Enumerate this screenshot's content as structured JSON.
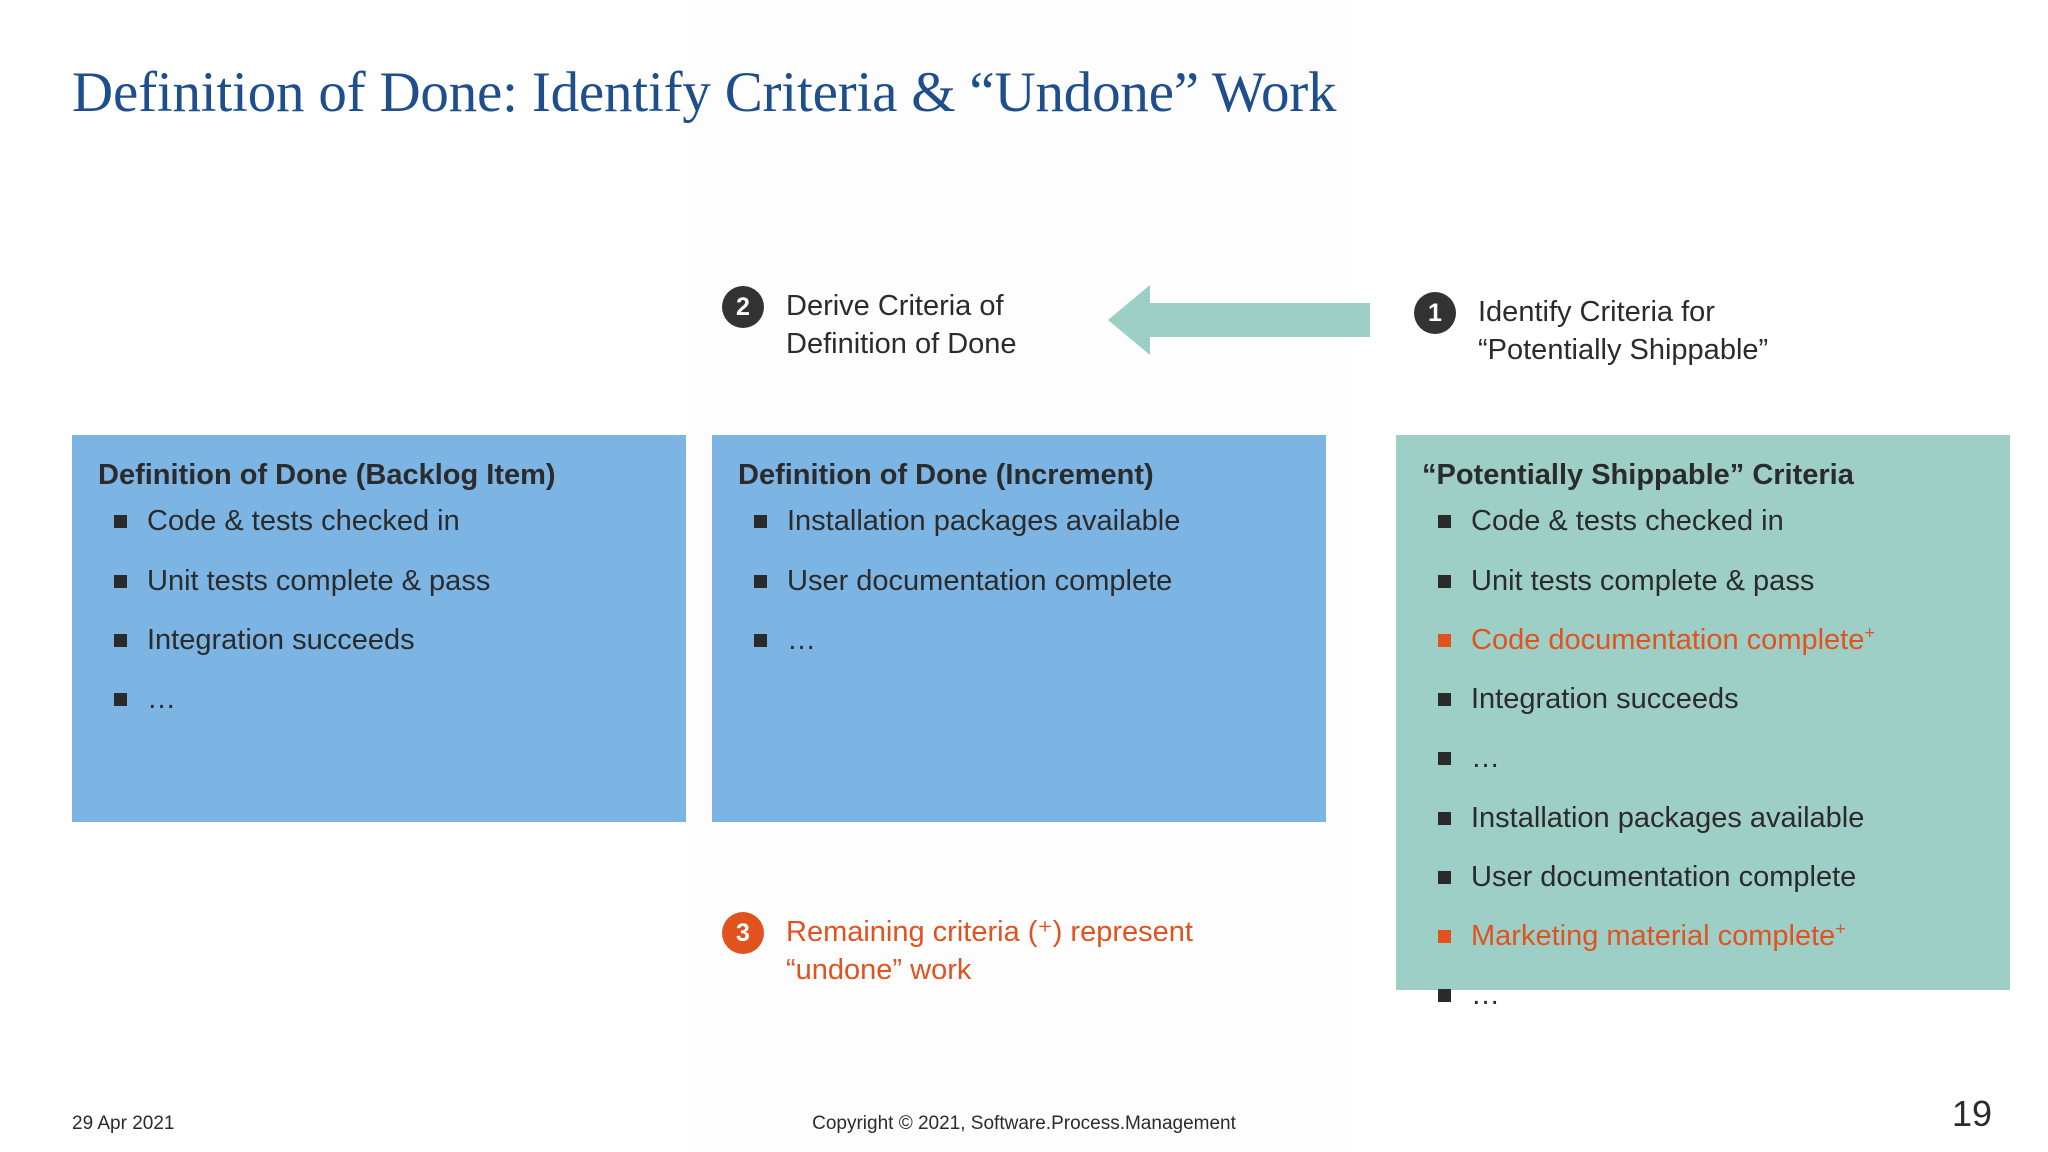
{
  "slide": {
    "title": "Definition of Done: Identify Criteria & “Undone” Work",
    "page_number": "19"
  },
  "colors": {
    "title_blue": "#1F4E8C",
    "box_blue": "#7CB4E4",
    "box_teal": "#9DCFC6",
    "arrow_teal": "#9DCFC6",
    "accent_orange": "#E0531F",
    "badge_dark": "#333333",
    "text_dark": "#2b2b2b",
    "background": "#ffffff"
  },
  "steps": [
    {
      "number": "1",
      "badge_style": "dark",
      "text": "Identify Criteria for “Potentially Shippable”"
    },
    {
      "number": "2",
      "badge_style": "dark",
      "text": "Derive Criteria of Definition of Done"
    },
    {
      "number": "3",
      "badge_style": "orange",
      "text": "Remaining criteria (⁺) represent “undone” work"
    }
  ],
  "arrow": {
    "icon": "arrow-left-icon",
    "direction": "left",
    "color": "#9DCFC6"
  },
  "boxes": [
    {
      "id": "backlog",
      "title": "Definition of Done (Backlog Item)",
      "fill": "#7CB4E4",
      "items": [
        {
          "label": "Code & tests checked in",
          "accent": false,
          "marker": ""
        },
        {
          "label": "Unit tests complete & pass",
          "accent": false,
          "marker": ""
        },
        {
          "label": "Integration succeeds",
          "accent": false,
          "marker": ""
        },
        {
          "label": "…",
          "accent": false,
          "marker": ""
        }
      ]
    },
    {
      "id": "increment",
      "title": "Definition of Done (Increment)",
      "fill": "#7CB4E4",
      "items": [
        {
          "label": "Installation packages available",
          "accent": false,
          "marker": ""
        },
        {
          "label": "User documentation complete",
          "accent": false,
          "marker": ""
        },
        {
          "label": "…",
          "accent": false,
          "marker": ""
        }
      ]
    },
    {
      "id": "shippable",
      "title": "“Potentially Shippable” Criteria",
      "fill": "#9DCFC6",
      "items": [
        {
          "label": "Code & tests checked in",
          "accent": false,
          "marker": ""
        },
        {
          "label": "Unit tests complete & pass",
          "accent": false,
          "marker": ""
        },
        {
          "label": "Code documentation complete",
          "accent": true,
          "marker": "+"
        },
        {
          "label": "Integration succeeds",
          "accent": false,
          "marker": ""
        },
        {
          "label": "…",
          "accent": false,
          "marker": ""
        },
        {
          "label": "Installation packages available",
          "accent": false,
          "marker": ""
        },
        {
          "label": "User documentation complete",
          "accent": false,
          "marker": ""
        },
        {
          "label": "Marketing material complete",
          "accent": true,
          "marker": "+"
        },
        {
          "label": "…",
          "accent": false,
          "marker": ""
        }
      ]
    }
  ],
  "footer": {
    "date": "29 Apr 2021",
    "copyright": "Copyright © 2021, Software.Process.Management"
  }
}
